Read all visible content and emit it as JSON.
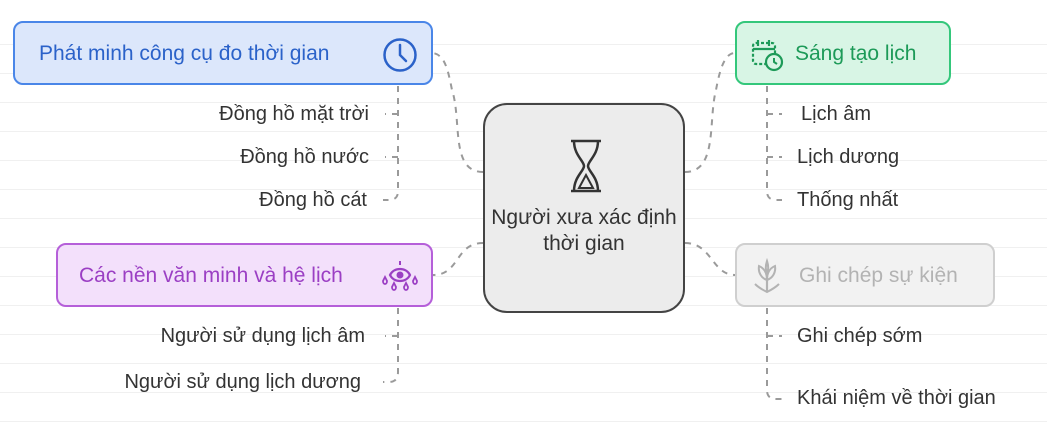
{
  "center": {
    "title": "Người xưa xác định thời gian",
    "icon": "hourglass-icon"
  },
  "branches": {
    "tools": {
      "label": "Phát minh công cụ đo thời gian",
      "icon": "clock-icon",
      "color": "#4a86e8",
      "items": [
        "Đồng hồ mặt trời",
        "Đồng hồ nước",
        "Đồng hồ cát"
      ]
    },
    "calendar": {
      "label": "Sáng tạo lịch",
      "icon": "calendar-clock-icon",
      "color": "#34c77b",
      "items": [
        "Lịch âm",
        "Lịch dương",
        "Thống nhất"
      ]
    },
    "civilizations": {
      "label": "Các nền văn minh và hệ lịch",
      "icon": "eye-drops-icon",
      "color": "#b55fd9",
      "items": [
        "Người sử dụng lịch âm",
        "Người sử dụng lịch dương"
      ]
    },
    "records": {
      "label": "Ghi chép sự kiện",
      "icon": "hand-plant-icon",
      "color": "#c8c8c8",
      "items": [
        "Ghi chép sớm",
        "Khái niệm về thời gian"
      ]
    }
  }
}
